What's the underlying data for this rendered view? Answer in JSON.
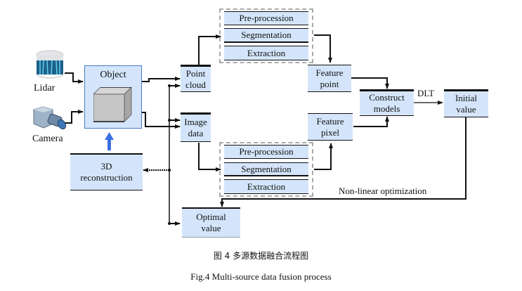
{
  "devices": {
    "lidar": "Lidar",
    "camera": "Camera"
  },
  "nodes": {
    "object": "Object",
    "reconstruction": [
      "3D",
      "reconstruction"
    ],
    "point_cloud": [
      "Point",
      "cloud"
    ],
    "image_data": [
      "Image",
      "data"
    ],
    "feature_point": [
      "Feature",
      "point"
    ],
    "feature_pixel": [
      "Feature",
      "pixel"
    ],
    "construct_models": [
      "Construct",
      "models"
    ],
    "initial_value": [
      "Initial",
      "value"
    ],
    "optimal_value": [
      "Optimal",
      "value"
    ]
  },
  "pipelines": {
    "top": [
      "Pre-procession",
      "Segmentation",
      "Extraction"
    ],
    "bottom": [
      "Pre-procession",
      "Segmentation",
      "Extraction"
    ]
  },
  "edge_labels": {
    "dlt": "DLT",
    "nonlinear": "Non-linear optimization"
  },
  "captions": {
    "chinese": "图 4  多源数据融合流程图",
    "english": "Fig.4  Multi-source data fusion process"
  },
  "colors": {
    "box_fill": "#d4e5fb",
    "arrow_blue": "#3a6fe0",
    "dash_gray": "#aaaaaa"
  }
}
